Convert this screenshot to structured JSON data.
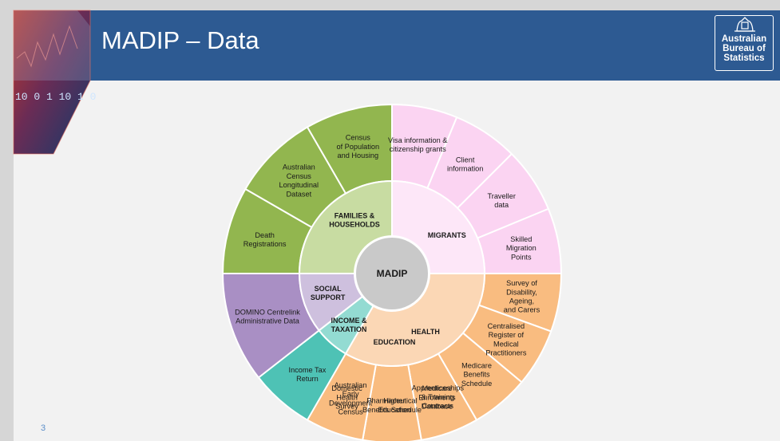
{
  "slide": {
    "title": "MADIP – Data",
    "page_number": "3",
    "logo_text": "Australian\nBureau of\nStatistics"
  },
  "thumbnail": {
    "digits": "10 0 1 10 1 0"
  },
  "wheel": {
    "center_label": "MADIP",
    "colors": {
      "families": "#92b64f",
      "families_light": "#c8dca2",
      "migrants": "#fbd4f2",
      "migrants_light": "#fde7f8",
      "health": "#f9bc80",
      "health_light": "#fbd7b5",
      "education": "#d48587",
      "education_light": "#e8b3b4",
      "income": "#4ec2b5",
      "income_light": "#93dbd2",
      "social": "#a98fc4",
      "social_light": "#cec0de",
      "center": "#c9c9c9",
      "border": "#ffffff"
    },
    "categories": [
      {
        "id": "families",
        "label": "FAMILIES &\nHOUSEHOLDS",
        "sources": [
          "Death\nRegistrations",
          "Australian\nCensus\nLongitudinal\nDataset",
          "Census\nof Population\nand Housing"
        ]
      },
      {
        "id": "social",
        "label": "SOCIAL\nSUPPORT",
        "sources": [
          "DOMINO Centrelink\nAdministrative Data"
        ]
      },
      {
        "id": "income",
        "label": "INCOME &\nTAXATION",
        "sources": [
          "Income Tax\nReturn"
        ]
      },
      {
        "id": "education",
        "label": "EDUCATION",
        "sources": [
          "Apprenticeships\n& Training\nContracts",
          "Higher\nEducation",
          "Australian\nEarly\nDevelopment\nCensus"
        ]
      },
      {
        "id": "health",
        "label": "HEALTH",
        "sources": [
          "Survey of\nDisability,\nAgeing,\nand Carers",
          "Centralised\nRegister of\nMedical\nPractitioners",
          "Medicare\nBenefits\nSchedule",
          "Medicare\nEnrolments\nDatabase",
          "Pharmaceutical\nBenefits Schedule",
          "Domestic\nHealth\nSurvey"
        ]
      },
      {
        "id": "migrants",
        "label": "MIGRANTS",
        "sources": [
          "Visa information &\ncitizenship grants",
          "Client\ninformation",
          "Traveller\ndata",
          "Skilled\nMigration\nPoints"
        ]
      }
    ]
  }
}
